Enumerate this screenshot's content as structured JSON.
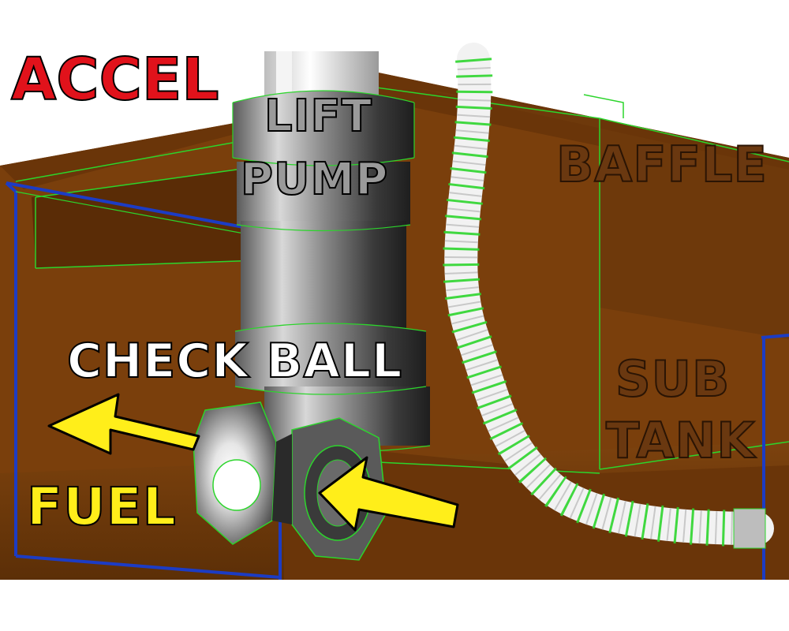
{
  "labels": {
    "brand": "ACCEL",
    "lift": "LIFT",
    "pump": "PUMP",
    "baffle": "BAFFLE",
    "sub": "SUB",
    "tank": "TANK",
    "check_ball": "CHECK BALL",
    "fuel": "FUEL"
  },
  "colors": {
    "tank_brown": "#7a3f0c",
    "wall_blue": "#1c3cc4",
    "outline_green": "#2cd52c",
    "arrow_yellow": "#ffee1a",
    "brand_red": "#e1121b"
  }
}
